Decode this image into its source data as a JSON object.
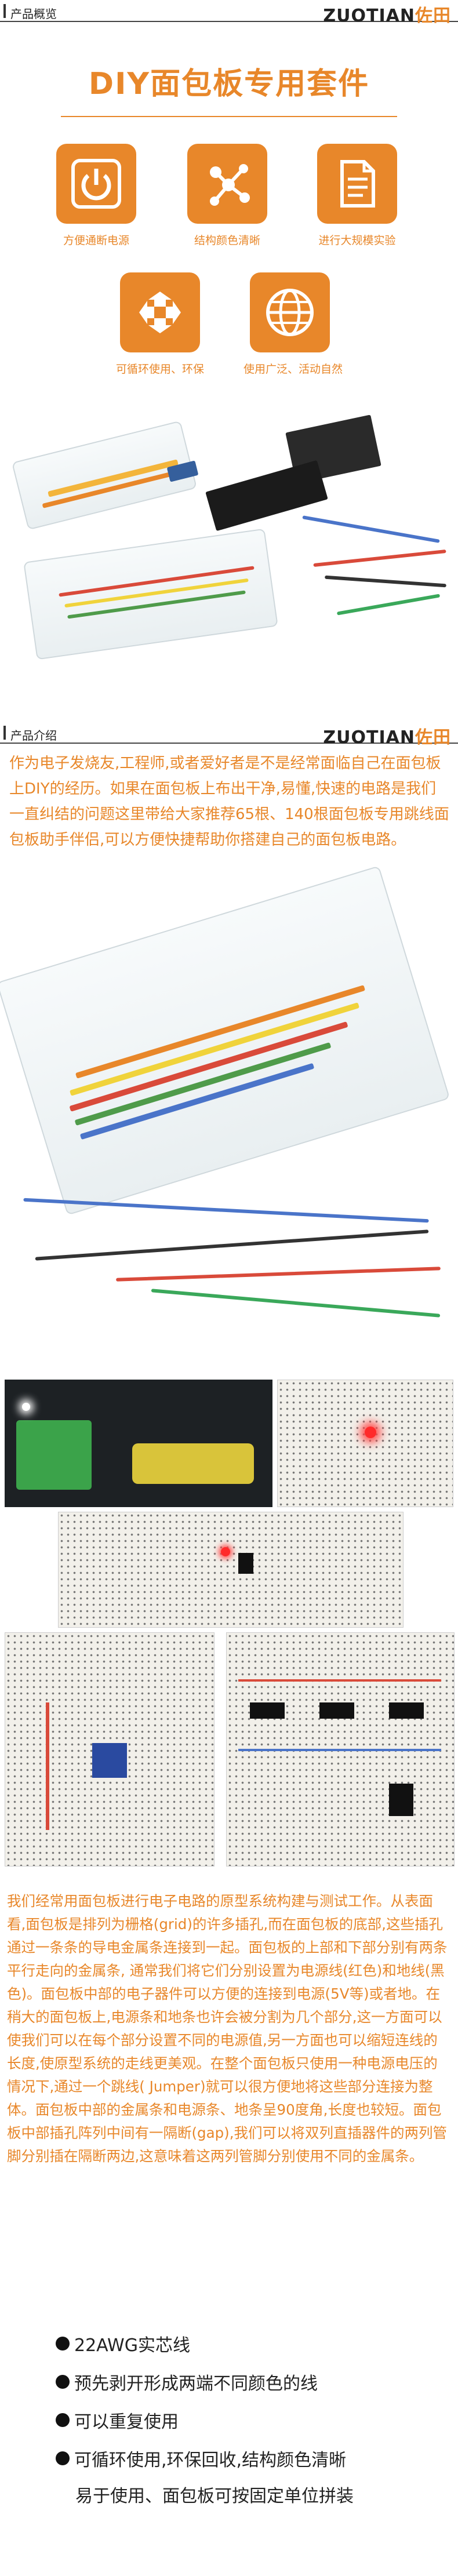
{
  "overview_header": {
    "label": "产品概览",
    "brand_latin": "ZUOTIAN",
    "brand_cn": "佐田"
  },
  "main_title": "DIY面包板专用套件",
  "features": [
    {
      "icon": "power-icon",
      "caption": "方便通断电源"
    },
    {
      "icon": "network-icon",
      "caption": "结构颜色清晰"
    },
    {
      "icon": "document-icon",
      "caption": "进行大规模实验"
    },
    {
      "icon": "recycle-icon",
      "caption": "可循环使用、环保"
    },
    {
      "icon": "globe-icon",
      "caption": "使用广泛、活动自然"
    }
  ],
  "intro_header": {
    "label": "产品介绍",
    "brand_latin": "ZUOTIAN",
    "brand_cn": "佐田"
  },
  "intro_text": "作为电子发烧友,工程师,或者爱好者是不是经常面临自己在面包板上DIY的经历。如果在面包板上布出干净,易懂,快速的电路是我们一直纠结的问题这里带给大家推荐65根、140根面包板专用跳线面包板助手伴侣,可以方便快捷帮助你搭建自己的面包板电路。",
  "desc_text": "我们经常用面包板进行电子电路的原型系统构建与测试工作。从表面看,面包板是排列为栅格(grid)的许多插孔,而在面包板的底部,这些插孔通过一条条的导电金属条连接到一起。面包板的上部和下部分别有两条平行走向的金属条, 通常我们将它们分别设置为电源线(红色)和地线(黑色)。面包板中部的电子器件可以方便的连接到电源(5V等)或者地。在稍大的面包板上,电源条和地条也许会被分割为几个部分,这一方面可以使我们可以在每个部分设置不同的电源值,另一方面也可以缩短连线的长度,使原型系统的走线更美观。在整个面包板只使用一种电源电压的情况下,通过一个跳线( Jumper)就可以很方便地将这些部分连接为整体。面包板中部的金属条和电源条、地条呈90度角,长度也较短。面包板中部插孔阵列中间有一隔断(gap),我们可以将双列直插器件的两列管脚分别插在隔断两边,这意味着这两列管脚分别使用不同的金属条。",
  "bullets": [
    "22AWG实芯线",
    "预先剥开形成两端不同颜色的线",
    "可以重复使用",
    "可循环使用,环保回收,结构颜色清晰"
  ],
  "bullet_continuation": "易于使用、面包板可按固定单位拼装",
  "colors": {
    "accent": "#e8872a",
    "text_dark": "#222222"
  }
}
